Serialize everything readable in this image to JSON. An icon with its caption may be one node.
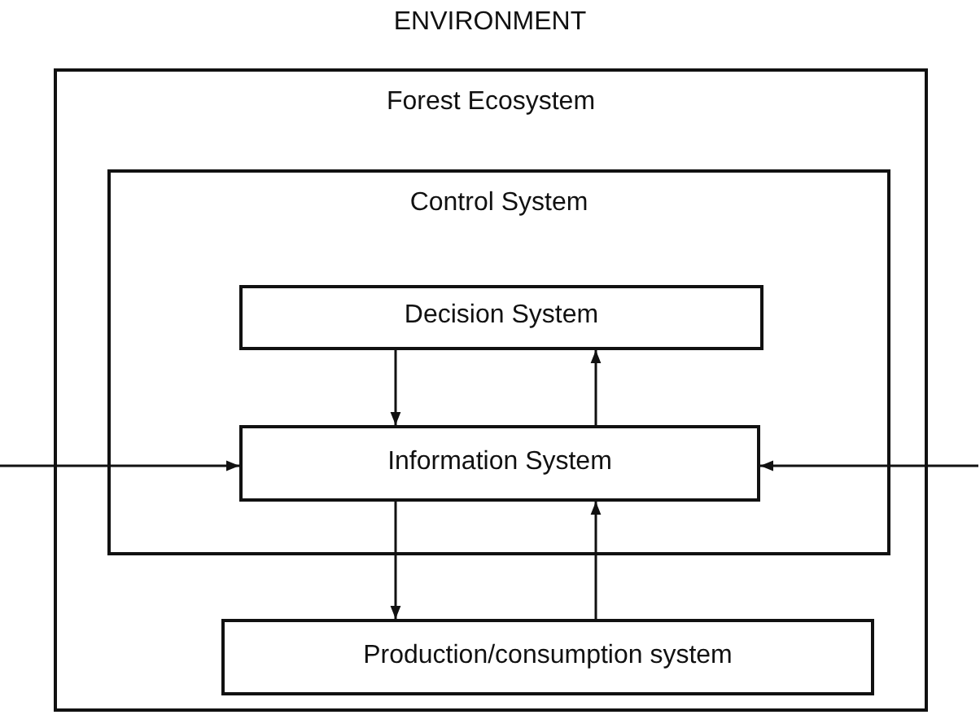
{
  "diagram": {
    "nodes": [
      {
        "text": [
          "Forest Ecosystem"
        ]
      },
      {
        "text": [
          "Control System"
        ],
        "in": 0
      },
      {
        "text": [
          "Decision System"
        ],
        "in": 1
      },
      {
        "text": [
          "Information System"
        ],
        "in": 1
      },
      {
        "text": [
          "Production/consumption system"
        ],
        "in": 0
      }
    ],
    "edges": [
      {
        "from": 2,
        "to": 3,
        "arrow": "to"
      },
      {
        "from": 3,
        "to": 2,
        "arrow": "to"
      },
      {
        "from": 3,
        "to": 4,
        "arrow": "to"
      },
      {
        "from": 4,
        "to": 3,
        "arrow": "to"
      },
      {
        "from": null,
        "to": 3,
        "arrow": "to"
      },
      {
        "from": null,
        "to": 3,
        "arrow": "to"
      }
    ],
    "labels": [
      "ENVIRONMENT"
    ]
  }
}
